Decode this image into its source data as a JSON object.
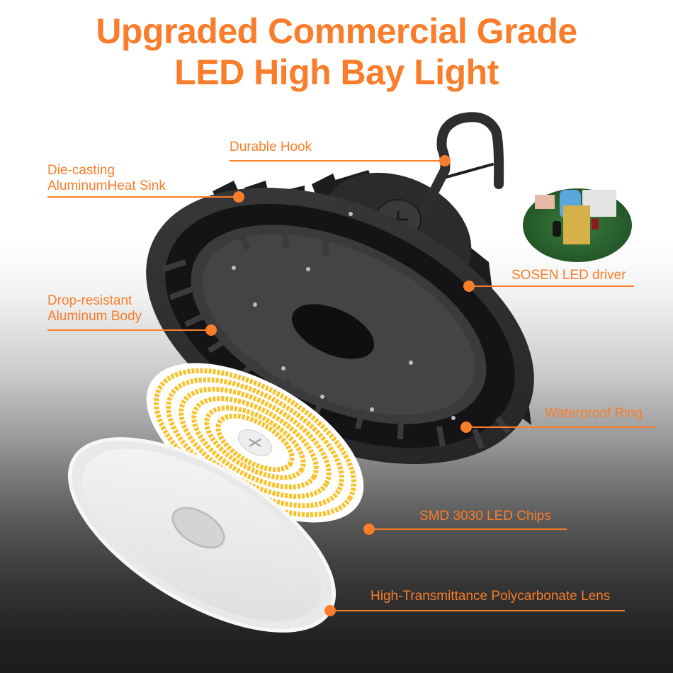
{
  "header": {
    "title_line1": "Upgraded Commercial Grade",
    "title_line2": "LED High Bay Light"
  },
  "callouts": [
    {
      "id": "hook",
      "label": "Durable Hook"
    },
    {
      "id": "heat-sink",
      "label_line1": "Die-casting",
      "label_line2": "AluminumHeat Sink"
    },
    {
      "id": "body",
      "label_line1": "Drop-resistant",
      "label_line2": "Aluminum Body"
    },
    {
      "id": "driver",
      "label": "SOSEN LED driver"
    },
    {
      "id": "waterproof",
      "label": "Waterproof Ring"
    },
    {
      "id": "chips",
      "label": "SMD 3030 LED Chips"
    },
    {
      "id": "lens",
      "label": "High-Transmittance Polycarbonate Lens"
    }
  ],
  "colors": {
    "accent": "#f97d2a",
    "housing": "#2e2e30",
    "led_chip": "#f7c22a",
    "pcb_green": "#2f6b34"
  }
}
